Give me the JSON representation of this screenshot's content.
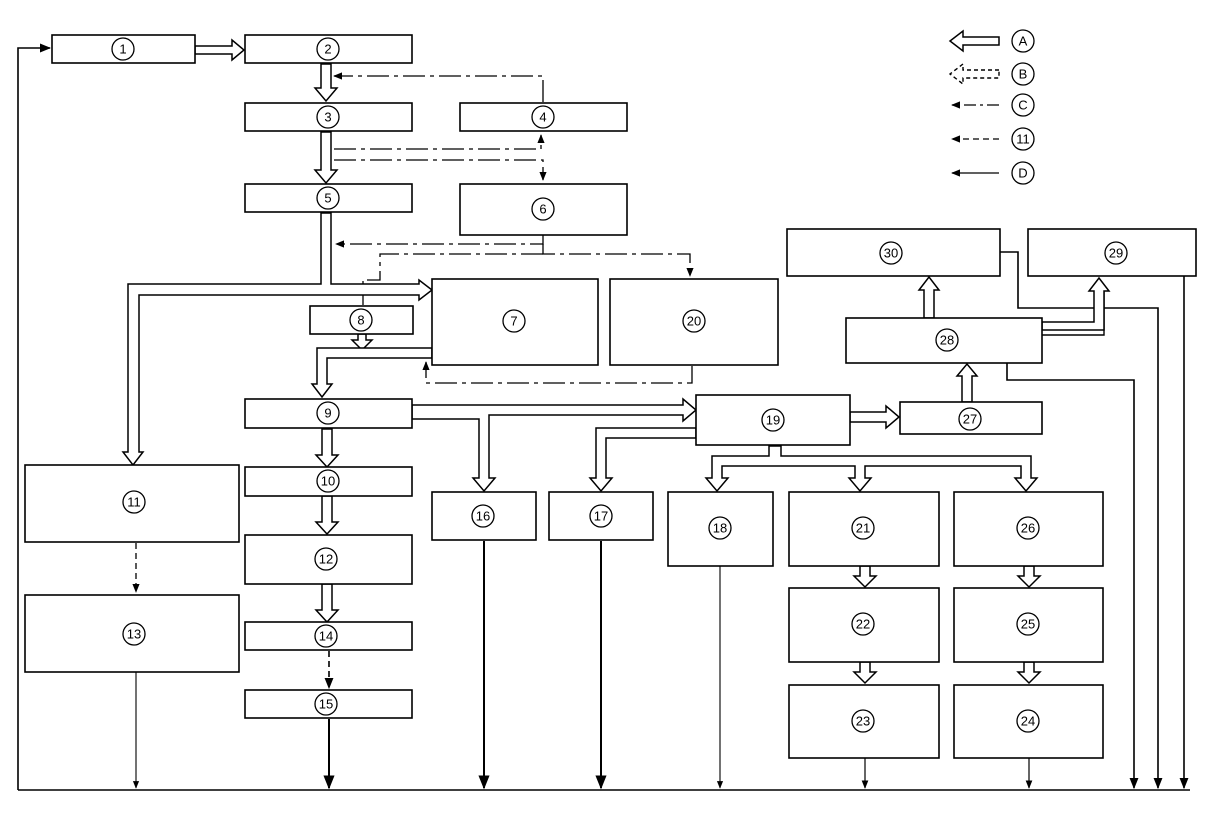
{
  "nodes": {
    "n1": "1",
    "n2": "2",
    "n3": "3",
    "n4": "4",
    "n5": "5",
    "n6": "6",
    "n7": "7",
    "n8": "8",
    "n9": "9",
    "n10": "10",
    "n11": "11",
    "n12": "12",
    "n13": "13",
    "n14": "14",
    "n15": "15",
    "n16": "16",
    "n17": "17",
    "n18": "18",
    "n19": "19",
    "n20": "20",
    "n21": "21",
    "n22": "22",
    "n23": "23",
    "n24": "24",
    "n25": "25",
    "n26": "26",
    "n27": "27",
    "n28": "28",
    "n29": "29",
    "n30": "30"
  },
  "legend": {
    "a": "A",
    "b": "B",
    "c": "C",
    "eleven": "11",
    "d": "D"
  }
}
